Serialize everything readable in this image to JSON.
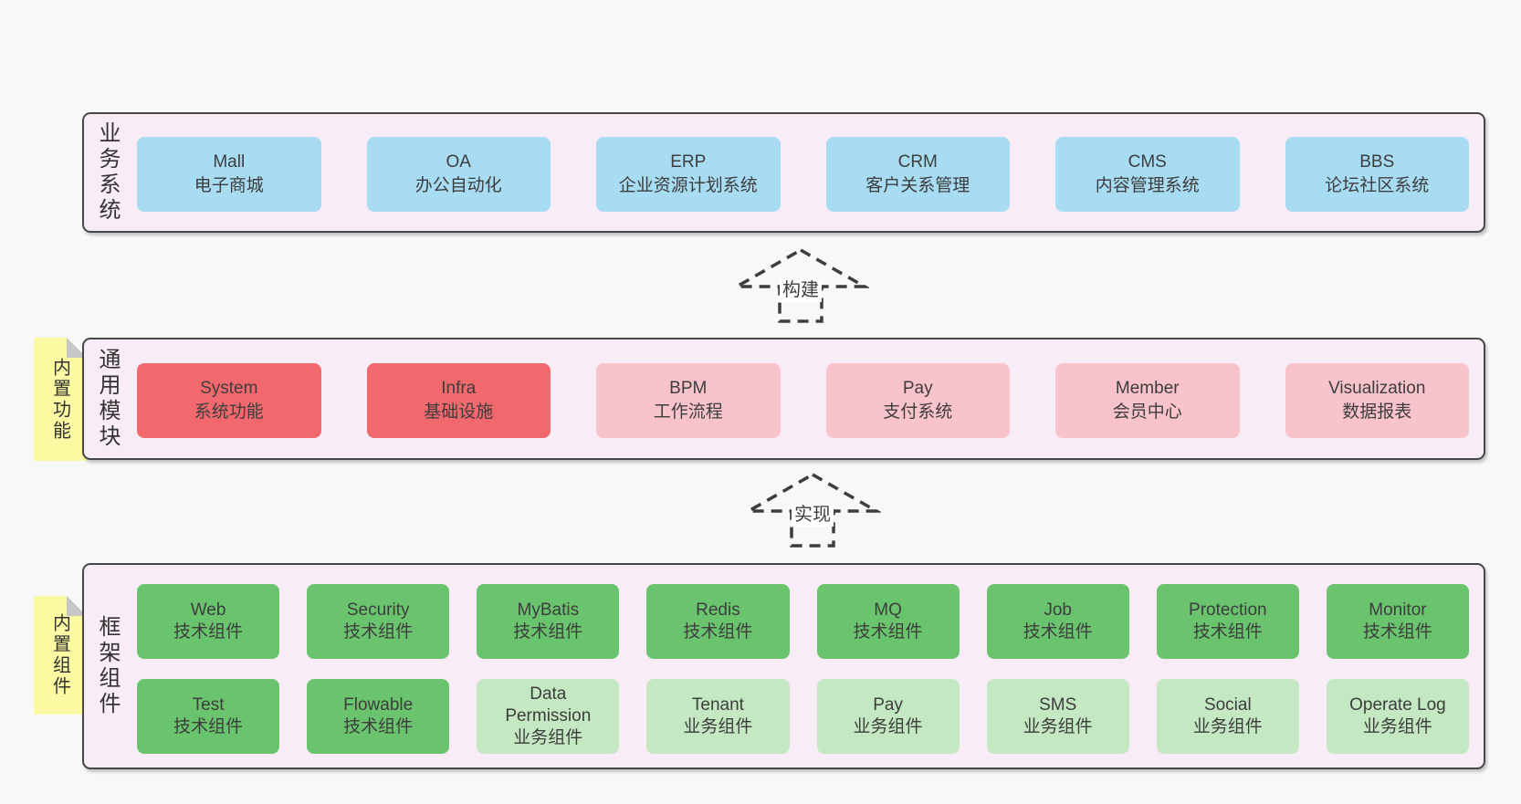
{
  "palette": {
    "page-bg": "#f8f8f8",
    "layer-bg": "#f8edf6",
    "layer-border": "#474747",
    "blue": "#a8dcf2",
    "red": "#f1696d",
    "pink": "#f9c3cc",
    "green": "#6ac46e",
    "light-green": "#c4e9c2",
    "yellow": "#fbf9a2",
    "fold": "#c6c6c6",
    "text": "#3d3d3d"
  },
  "layers": {
    "business": {
      "label": "业务系统",
      "boxes": [
        {
          "name": "Mall",
          "desc": "电子商城",
          "tone": "blue"
        },
        {
          "name": "OA",
          "desc": "办公自动化",
          "tone": "blue"
        },
        {
          "name": "ERP",
          "desc": "企业资源计划系统",
          "tone": "blue"
        },
        {
          "name": "CRM",
          "desc": "客户关系管理",
          "tone": "blue"
        },
        {
          "name": "CMS",
          "desc": "内容管理系统",
          "tone": "blue"
        },
        {
          "name": "BBS",
          "desc": "论坛社区系统",
          "tone": "blue"
        }
      ]
    },
    "modules": {
      "label": "通用模块",
      "tab": "内置功能",
      "boxes": [
        {
          "name": "System",
          "desc": "系统功能",
          "tone": "red"
        },
        {
          "name": "Infra",
          "desc": "基础设施",
          "tone": "red"
        },
        {
          "name": "BPM",
          "desc": "工作流程",
          "tone": "pink"
        },
        {
          "name": "Pay",
          "desc": "支付系统",
          "tone": "pink"
        },
        {
          "name": "Member",
          "desc": "会员中心",
          "tone": "pink"
        },
        {
          "name": "Visualization",
          "desc": "数据报表",
          "tone": "pink"
        }
      ]
    },
    "components": {
      "label": "框架组件",
      "tab": "内置组件",
      "rows": [
        [
          {
            "name": "Web",
            "desc": "技术组件",
            "tone": "green"
          },
          {
            "name": "Security",
            "desc": "技术组件",
            "tone": "green"
          },
          {
            "name": "MyBatis",
            "desc": "技术组件",
            "tone": "green"
          },
          {
            "name": "Redis",
            "desc": "技术组件",
            "tone": "green"
          },
          {
            "name": "MQ",
            "desc": "技术组件",
            "tone": "green"
          },
          {
            "name": "Job",
            "desc": "技术组件",
            "tone": "green"
          },
          {
            "name": "Protection",
            "desc": "技术组件",
            "tone": "green"
          },
          {
            "name": "Monitor",
            "desc": "技术组件",
            "tone": "green"
          }
        ],
        [
          {
            "name": "Test",
            "desc": "技术组件",
            "tone": "green"
          },
          {
            "name": "Flowable",
            "desc": "技术组件",
            "tone": "green"
          },
          {
            "name": "Data Permission",
            "desc": "业务组件",
            "tone": "light-green"
          },
          {
            "name": "Tenant",
            "desc": "业务组件",
            "tone": "light-green"
          },
          {
            "name": "Pay",
            "desc": "业务组件",
            "tone": "light-green"
          },
          {
            "name": "SMS",
            "desc": "业务组件",
            "tone": "light-green"
          },
          {
            "name": "Social",
            "desc": "业务组件",
            "tone": "light-green"
          },
          {
            "name": "Operate Log",
            "desc": "业务组件",
            "tone": "light-green"
          }
        ]
      ]
    }
  },
  "arrows": [
    {
      "label": "构建"
    },
    {
      "label": "实现"
    }
  ]
}
